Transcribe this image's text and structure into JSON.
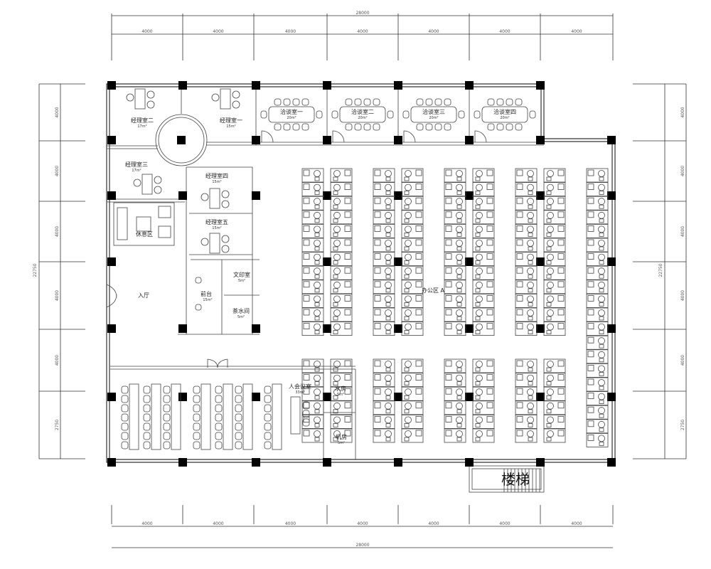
{
  "dimensions": {
    "top_total": "28000",
    "top_segments": [
      "4000",
      "4000",
      "4000",
      "4000",
      "4000",
      "4000",
      "4000"
    ],
    "bottom_total": "28000",
    "bottom_segments": [
      "4000",
      "4000",
      "4000",
      "4000",
      "4000",
      "4000",
      "4000"
    ],
    "left_total": "22750",
    "left_segments": [
      "4000",
      "4000",
      "4000",
      "4000",
      "4000",
      "2750"
    ],
    "right_total": "22750",
    "right_segments": [
      "4000",
      "4000",
      "4000",
      "4000",
      "4000",
      "2750"
    ]
  },
  "rooms": {
    "manager2": {
      "name": "经理室二",
      "area": "17m²"
    },
    "manager1": {
      "name": "经理室一",
      "area": "15m²"
    },
    "meeting1": {
      "name": "洽谈室一",
      "area": "20m²"
    },
    "meeting2": {
      "name": "洽谈室二",
      "area": "20m²"
    },
    "meeting3": {
      "name": "洽谈室三",
      "area": "20m²"
    },
    "meeting4": {
      "name": "洽谈室四",
      "area": "20m²"
    },
    "manager3": {
      "name": "经理室三",
      "area": "17m²"
    },
    "manager4": {
      "name": "经理室四",
      "area": "15m²"
    },
    "manager5": {
      "name": "经理室五",
      "area": "15m²"
    },
    "lounge": {
      "name": "休息区"
    },
    "lobby": {
      "name": "入厅"
    },
    "reception": {
      "name": "前台",
      "area": "15m²"
    },
    "print": {
      "name": "文印室",
      "area": "5m²"
    },
    "tea": {
      "name": "茶水间",
      "area": "5m²"
    },
    "conference": {
      "name": "人会议室",
      "area": "33m²"
    },
    "water": {
      "name": "水房",
      "area": "5m²"
    },
    "machine": {
      "name": "机房",
      "area": "5m²"
    },
    "office": {
      "name": "办公区 A"
    },
    "stairs": {
      "name": "楼梯"
    }
  }
}
